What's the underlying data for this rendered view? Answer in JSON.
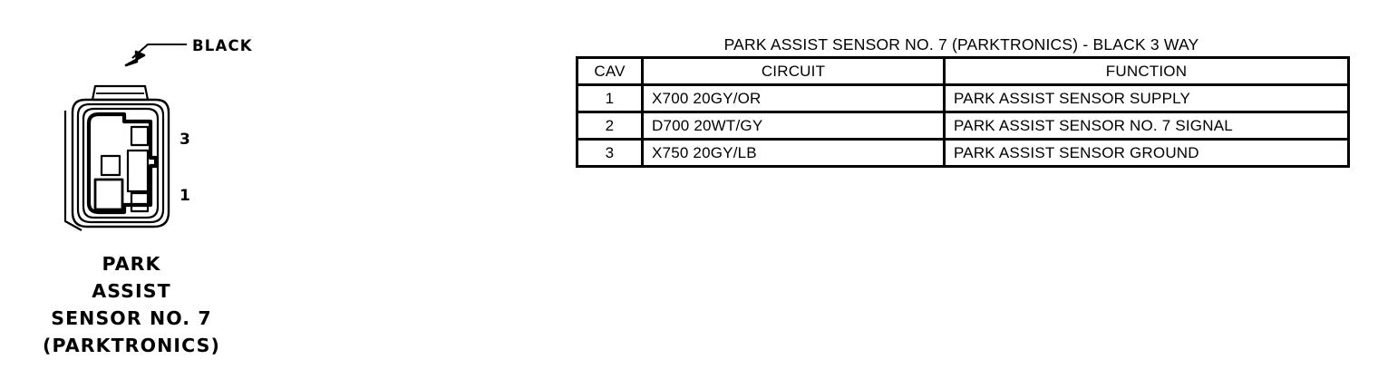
{
  "connector": {
    "color_label": "BLACK",
    "pin_labels": [
      "3",
      "1"
    ],
    "caption_lines": [
      "PARK",
      "ASSIST",
      "SENSOR NO. 7",
      "(PARKTRONICS)"
    ]
  },
  "table": {
    "title": "PARK ASSIST SENSOR NO. 7 (PARKTRONICS) - BLACK 3 WAY",
    "headers": [
      "CAV",
      "CIRCUIT",
      "FUNCTION"
    ],
    "rows": [
      {
        "cav": "1",
        "circuit": "X700  20GY/OR",
        "function": "PARK ASSIST SENSOR SUPPLY"
      },
      {
        "cav": "2",
        "circuit": "D700  20WT/GY",
        "function": "PARK ASSIST SENSOR NO. 7 SIGNAL"
      },
      {
        "cav": "3",
        "circuit": "X750  20GY/LB",
        "function": "PARK ASSIST SENSOR GROUND"
      }
    ]
  },
  "colors": {
    "line": "#000000",
    "background": "#ffffff"
  }
}
